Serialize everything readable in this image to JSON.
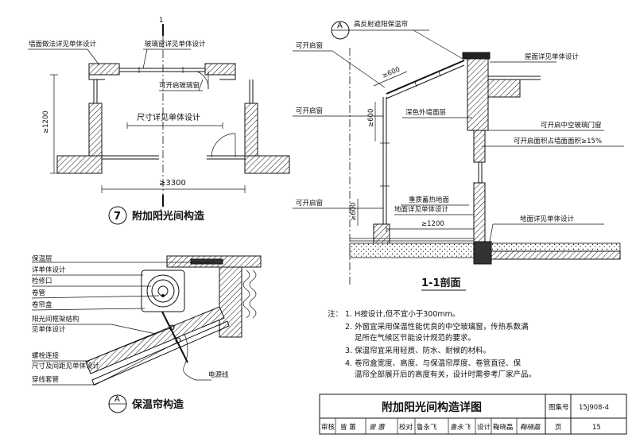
{
  "plan": {
    "marker_number": "7",
    "title": "附加阳光间构造",
    "section_mark": "1",
    "label_wall_finish": "墙面做法详见单体设计",
    "label_glass_window": "玻璃窗详见单体设计",
    "label_openable_glass": "可开启玻璃窗",
    "label_dims": "尺寸详见单体设计",
    "dim_depth": "≥1200",
    "dim_width": "≥3300"
  },
  "section": {
    "marker_letter": "A",
    "title": "1-1剖面",
    "label_reflective_blind": "高反射遮阳保温帘",
    "label_openable_window_1": "可开启窗",
    "label_openable_window_2": "可开启窗",
    "label_openable_window_3": "可开启窗",
    "label_roof": "屋面详见单体设计",
    "label_dark_wall": "深色外墙面层",
    "label_hollow_door": "可开启中空玻璃门窗",
    "label_open_area": "可开启面积占墙面面积≥15%",
    "label_heavy_floor": "重质蓄热地面",
    "label_floor_design": "地面详见单体设计",
    "label_floor_design_2": "地面详见单体设计",
    "dim_600_slope": "≥600",
    "dim_600_vert": "≥600",
    "dim_600_low": "≥600",
    "dim_1200": "≥1200"
  },
  "blind_detail": {
    "marker_letter": "A",
    "title": "保温帘构造",
    "labels": [
      "保温层",
      "详单体设计",
      "检修口",
      "卷管",
      "卷帘盒",
      "阳光间框架结构",
      "见单体设计",
      "螺栓连接",
      "尺寸及间距见单体设计",
      "穿线套管"
    ],
    "label_power": "电源线"
  },
  "notes": {
    "heading": "注：",
    "items": [
      "1. H按设计,但不宜小于300mm。",
      "2. 外窗宜采用保温性能优良的中空玻璃窗，传热系数满",
      "足所在气候区节能设计规范的要求。",
      "3. 保温帘宜采用轻质、防水、耐候的材料。",
      "4. 卷帘盒宽度、高度、与保温帘厚度、卷管直径、保",
      "温帘全部展开后的高度有关，设计时需参考厂家产品。"
    ]
  },
  "title_block": {
    "drawing_title": "附加阳光间构造详图",
    "atlas_no_label": "图集号",
    "atlas_no": "15J908-4",
    "review_label": "审核",
    "review_name": "曾 蕙",
    "check_label": "校对",
    "check_name": "鲁永飞",
    "design_label": "设计",
    "design_name": "鞠晓磊",
    "page_label": "页",
    "page_no": "15"
  }
}
